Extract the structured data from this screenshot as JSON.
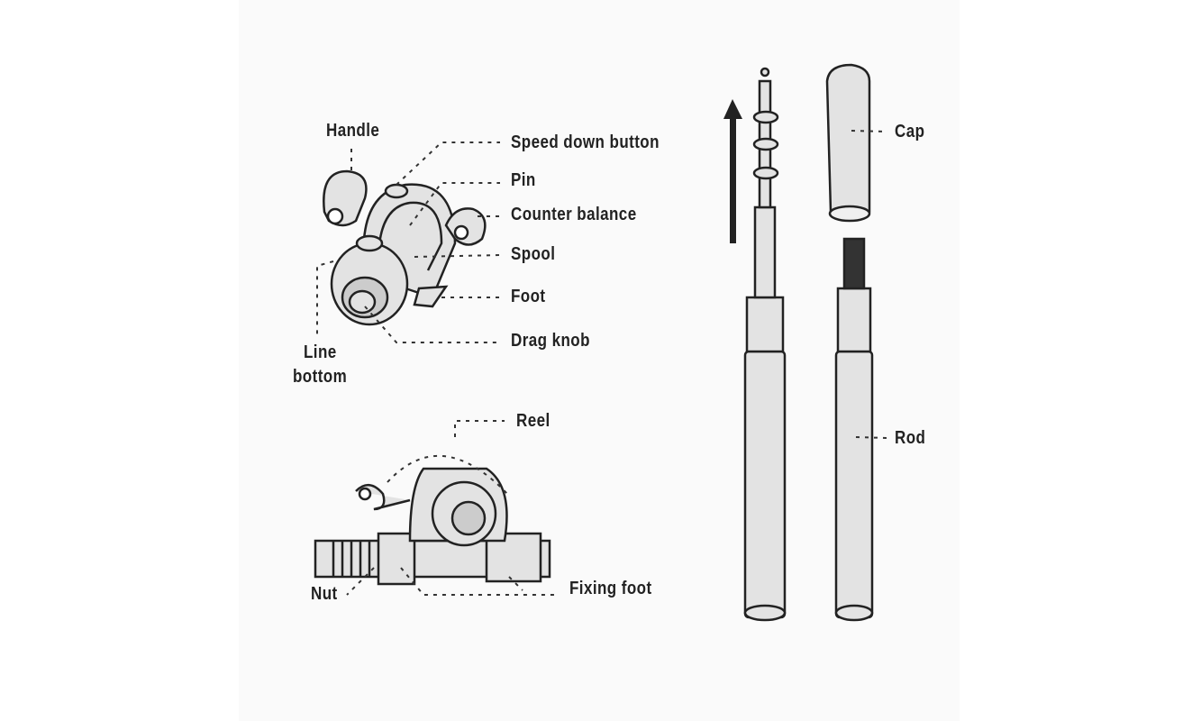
{
  "reel_labels": {
    "handle": "Handle",
    "speed_down_button": "Speed down button",
    "pin": "Pin",
    "counter_balance": "Counter balance",
    "spool": "Spool",
    "foot": "Foot",
    "drag_knob": "Drag knob",
    "line_bottom_1": "Line",
    "line_bottom_2": "bottom"
  },
  "assembly_labels": {
    "reel": "Reel",
    "nut": "Nut",
    "fixing_foot": "Fixing foot"
  },
  "rod_labels": {
    "cap": "Cap",
    "rod": "Rod"
  }
}
